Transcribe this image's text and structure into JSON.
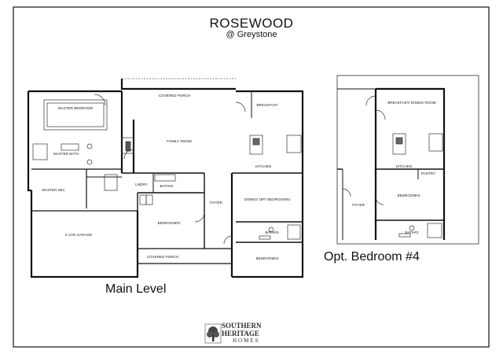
{
  "header": {
    "title": "ROSEWOOD",
    "subtitle": "@ Greystone"
  },
  "captions": {
    "main_level": "Main Level",
    "opt_bedroom": "Opt. Bedroom #4"
  },
  "main_plan": {
    "rooms": {
      "covered_porch_rear": "COVERED PORCH",
      "breakfast": "BREAKFAST",
      "master_bedroom": "MASTER BEDROOM",
      "family_room": "FAMILY ROOM",
      "master_bath": "MASTER BATH",
      "kitchen": "KITCHEN",
      "master_wic": "MASTER WIC",
      "laundry": "LNDRY",
      "bath_2": "BATH#2",
      "dining": "DINING/ OPT BEDROOM#4",
      "foyer": "FOYER",
      "garage": "2 CAR GARAGE",
      "bedroom_2": "BEDROOM#2",
      "bath_3": "BATH#3",
      "covered_porch_front": "COVERED PORCH",
      "bedroom_3": "BEDROOM#3"
    }
  },
  "opt_plan": {
    "rooms": {
      "breakfast_dining": "BREAKFAST/ DINING ROOM",
      "kitchen": "KITCHEN",
      "pantry": "PANTRY",
      "bedroom_4": "BEDROOM#4",
      "foyer": "FOYER",
      "bath_3": "BATH#3"
    }
  },
  "logo": {
    "line1": "SOUTHERN",
    "line2": "HERITAGE",
    "line3": "HOMES"
  }
}
